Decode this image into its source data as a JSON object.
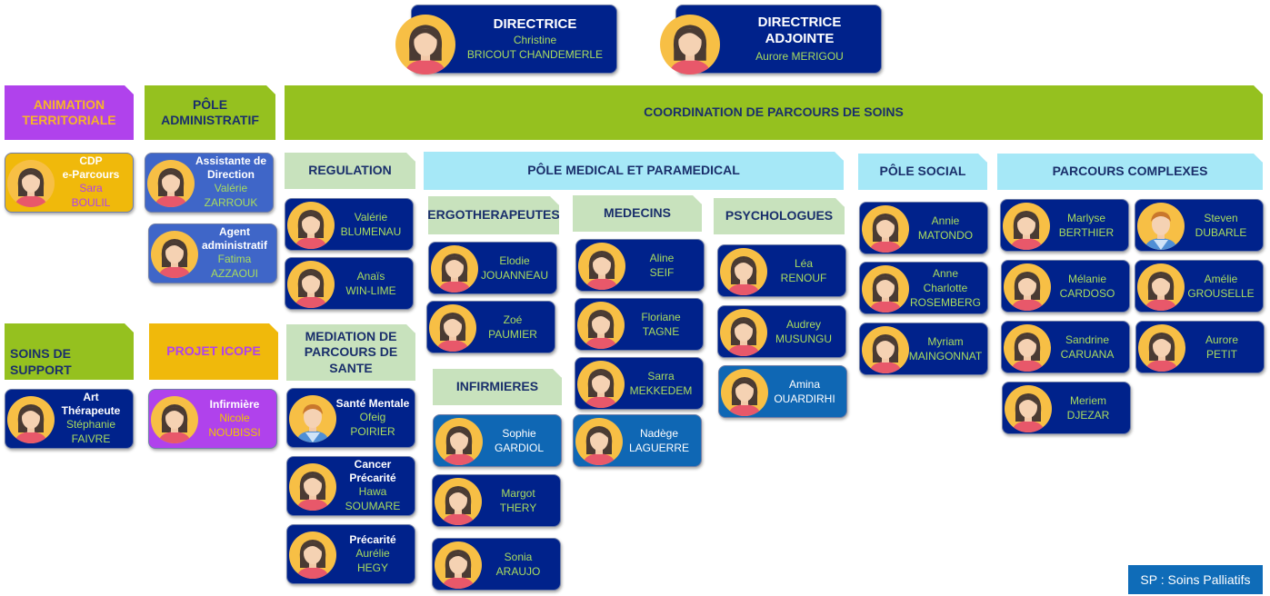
{
  "top": {
    "directrice": {
      "role": "DIRECTRICE",
      "name1": "Christine",
      "name2": "BRICOUT CHANDEMERLE"
    },
    "adjointe": {
      "role": "DIRECTRICE ADJOINTE",
      "name1": "Aurore MERIGOU"
    }
  },
  "headers": {
    "animation": "ANIMATION TERRITORIALE",
    "pole_admin": "PÔLE ADMINISTRATIF",
    "coordination": "COORDINATION DE PARCOURS DE SOINS",
    "soins_support": "SOINS DE SUPPORT",
    "projet_icope": "PROJET ICOPE",
    "regulation": "REGULATION",
    "pole_medical": "PÔLE MEDICAL ET PARAMEDICAL",
    "pole_social": "PÔLE SOCIAL",
    "parcours_complexes": "PARCOURS COMPLEXES",
    "ergo": "ERGOTHERAPEUTES",
    "medecins": "MEDECINS",
    "psychologues": "PSYCHOLOGUES",
    "mediation": "MEDIATION DE PARCOURS DE SANTE",
    "infirmieres": "INFIRMIERES"
  },
  "people": {
    "cdp": {
      "role1": "CDP",
      "role2": "e-Parcours",
      "name1": "Sara",
      "name2": "BOULIL"
    },
    "assistante": {
      "role1": "Assistante de",
      "role2": "Direction",
      "name1": "Valérie",
      "name2": "ZARROUK"
    },
    "agent": {
      "role1": "Agent",
      "role2": "administratif",
      "name1": "Fatima",
      "name2": "AZZAOUI"
    },
    "art": {
      "role1": "Art",
      "role2": "Thérapeute",
      "name1": "Stéphanie",
      "name2": "FAIVRE"
    },
    "infirmiere_icope": {
      "role1": "Infirmière",
      "name1": "Nicole",
      "name2": "NOUBISSI"
    },
    "valerie_b": {
      "name1": "Valérie",
      "name2": "BLUMENAU"
    },
    "anais": {
      "name1": "Anaïs",
      "name2": "WIN-LIME"
    },
    "sante_mentale": {
      "role1": "Santé Mentale",
      "name1": "Ofeig",
      "name2": "POIRIER"
    },
    "cancer": {
      "role1": "Cancer",
      "role2": "Précarité",
      "name1": "Hawa",
      "name2": "SOUMARE"
    },
    "precarite": {
      "role1": "Précarité",
      "name1": "Aurélie",
      "name2": "HEGY"
    },
    "elodie": {
      "name1": "Elodie",
      "name2": "JOUANNEAU"
    },
    "zoe": {
      "name1": "Zoé",
      "name2": "PAUMIER"
    },
    "sophie": {
      "name1": "Sophie",
      "name2": "GARDIOL"
    },
    "margot": {
      "name1": "Margot",
      "name2": "THERY"
    },
    "sonia": {
      "name1": "Sonia",
      "name2": "ARAUJO"
    },
    "aline": {
      "name1": "Aline",
      "name2": "SEIF"
    },
    "floriane": {
      "name1": "Floriane",
      "name2": "TAGNE"
    },
    "sarra": {
      "name1": "Sarra",
      "name2": "MEKKEDEM"
    },
    "nadege": {
      "name1": "Nadège",
      "name2": "LAGUERRE"
    },
    "lea": {
      "name1": "Léa",
      "name2": "RENOUF"
    },
    "audrey": {
      "name1": "Audrey",
      "name2": "MUSUNGU"
    },
    "amina": {
      "name1": "Amina",
      "name2": "OUARDIRHI"
    },
    "annie": {
      "name1": "Annie",
      "name2": "MATONDO"
    },
    "anne": {
      "name1": "Anne",
      "name2": "Charlotte",
      "name3": "ROSEMBERG"
    },
    "myriam": {
      "name1": "Myriam",
      "name2": "MAINGONNAT"
    },
    "marlyse": {
      "name1": "Marlyse",
      "name2": "BERTHIER"
    },
    "melanie": {
      "name1": "Mélanie",
      "name2": "CARDOSO"
    },
    "sandrine": {
      "name1": "Sandrine",
      "name2": "CARUANA"
    },
    "meriem": {
      "name1": "Meriem",
      "name2": "DJEZAR"
    },
    "steven": {
      "name1": "Steven",
      "name2": "DUBARLE"
    },
    "amelie": {
      "name1": "Amélie",
      "name2": "GROUSELLE"
    },
    "aurore_p": {
      "name1": "Aurore",
      "name2": "PETIT"
    }
  },
  "legend": "SP : Soins Palliatifs",
  "colors": {
    "card": "#00228b",
    "card_mid": "#0f67b4",
    "header_green": "#95c11f",
    "header_light": "#c8e2bd",
    "header_cyan": "#a6e8f7",
    "avatar_bg": "#f7bf45"
  }
}
